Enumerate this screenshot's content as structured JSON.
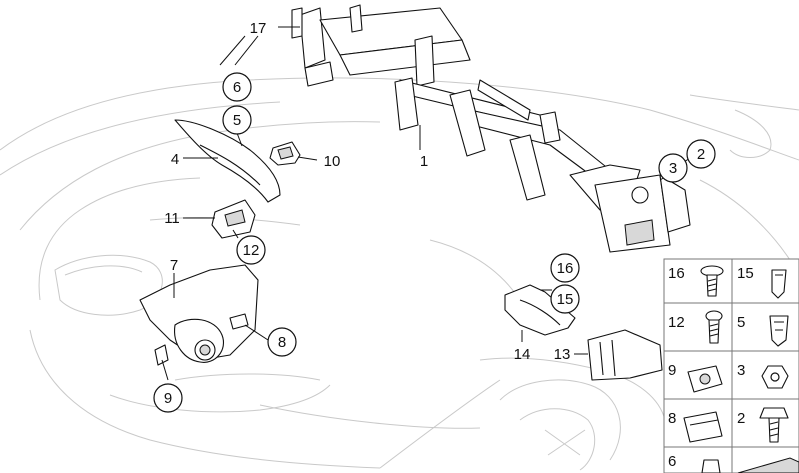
{
  "diagram": {
    "parts": [
      {
        "number": "1",
        "circled": false
      },
      {
        "number": "2",
        "circled": true
      },
      {
        "number": "3",
        "circled": true
      },
      {
        "number": "4",
        "circled": false
      },
      {
        "number": "5",
        "circled": true
      },
      {
        "number": "6",
        "circled": true
      },
      {
        "number": "7",
        "circled": false
      },
      {
        "number": "8",
        "circled": true
      },
      {
        "number": "9",
        "circled": true
      },
      {
        "number": "10",
        "circled": false
      },
      {
        "number": "11",
        "circled": false
      },
      {
        "number": "12",
        "circled": true
      },
      {
        "number": "13",
        "circled": false
      },
      {
        "number": "14",
        "circled": false
      },
      {
        "number": "15",
        "circled": true
      },
      {
        "number": "16",
        "circled": true
      },
      {
        "number": "17",
        "circled": false
      }
    ],
    "fastener_table": [
      "16",
      "15",
      "12",
      "5",
      "9",
      "3",
      "8",
      "2",
      "6"
    ]
  }
}
